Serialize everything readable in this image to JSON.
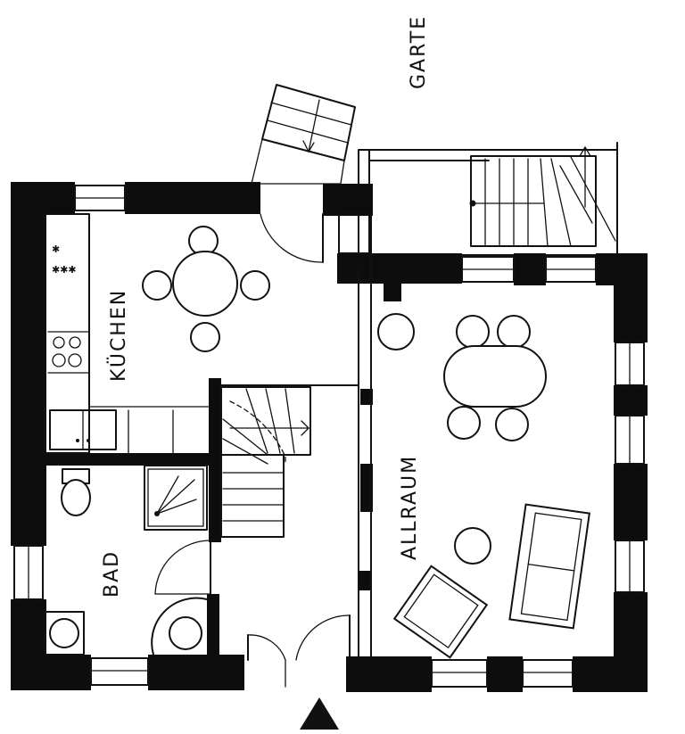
{
  "rooms": {
    "garden": "GARTE",
    "kitchen": "KÜCHEN",
    "living": "ALLRAUM",
    "bath": "BAD"
  },
  "icons": {
    "entrance": "entrance-arrow-icon"
  }
}
